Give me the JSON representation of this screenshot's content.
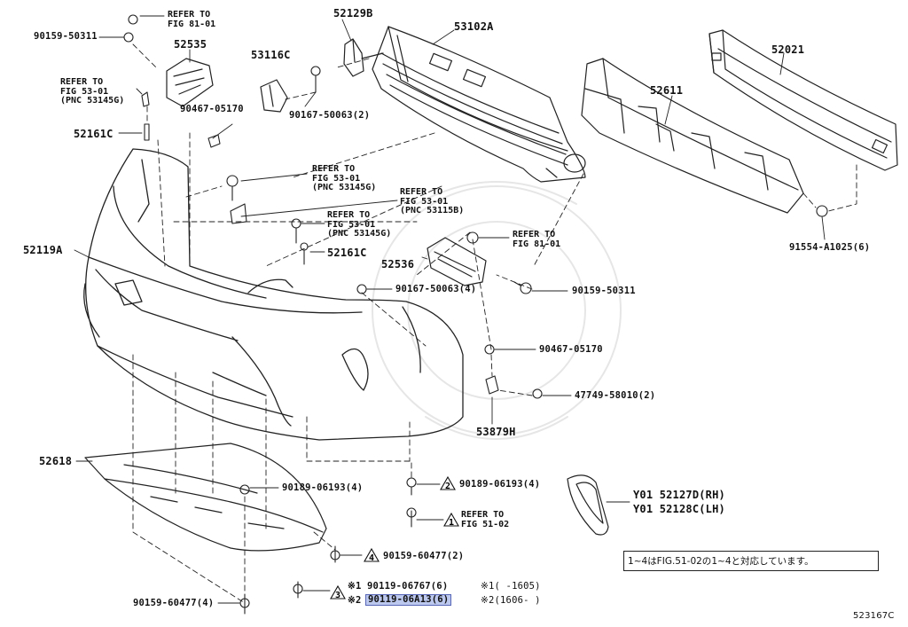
{
  "diagram_id": "523167C",
  "refs": {
    "r81_top": [
      "REFER TO",
      "FIG 81-01"
    ],
    "r53_left": [
      "REFER TO",
      "FIG 53-01",
      "(PNC 53145G)"
    ],
    "r53_mid": [
      "REFER TO",
      "FIG 53-01",
      "(PNC 53145G)"
    ],
    "r53_115": [
      "REFER TO",
      "FIG 53-01",
      "(PNC 53115B)"
    ],
    "r53_small": [
      "REFER TO",
      "FIG 53-01",
      "(PNC 53145G)"
    ],
    "r81_right": [
      "REFER TO",
      "FIG 81-01"
    ],
    "r51": [
      "REFER TO",
      "FIG 51-02"
    ]
  },
  "parts": {
    "p52129b": "52129B",
    "p53102a": "53102A",
    "p52021": "52021",
    "p52535": "52535",
    "p53116c": "53116C",
    "p52611": "52611",
    "p90159_50311_l": "90159-50311",
    "p90467_05170_l": "90467-05170",
    "p90167_50063_top": "90167-50063(2)",
    "p52161c_l": "52161C",
    "p52161c_m": "52161C",
    "p52119a": "52119A",
    "p52536": "52536",
    "p91554": "91554-A1025(6)",
    "p90159_50311_r": "90159-50311",
    "p90167_50063_mid": "90167-50063(4)",
    "p90467_05170_r": "90467-05170",
    "p47749": "47749-58010(2)",
    "p53879h": "53879H",
    "p52618": "52618",
    "p90189_l": "90189-06193(4)",
    "p90189_r": "90189-06193(4)",
    "p90159_60477_r": "90159-60477(2)",
    "p90159_60477_l": "90159-60477(4)",
    "p52127d": "Y01 52127D(RH)",
    "p52128c": "Y01 52128C(LH)",
    "p90119_06767": "※1 90119-06767(6)",
    "p90119_06a13": "90119-06A13(6)",
    "p90119_mark2": "※2",
    "legend_1": "※1(    -1605)",
    "legend_2": "※2(1606-     )"
  },
  "triangles": {
    "t1": "1",
    "t2": "2",
    "t3": "3",
    "t4": "4"
  },
  "note": {
    "text": "1~4はFIG.51-02の1~4と対応しています。",
    "parts": [
      "1",
      "~",
      "4",
      "はFIG.51-02の",
      "1",
      "~",
      "4",
      "と対応しています。"
    ]
  }
}
